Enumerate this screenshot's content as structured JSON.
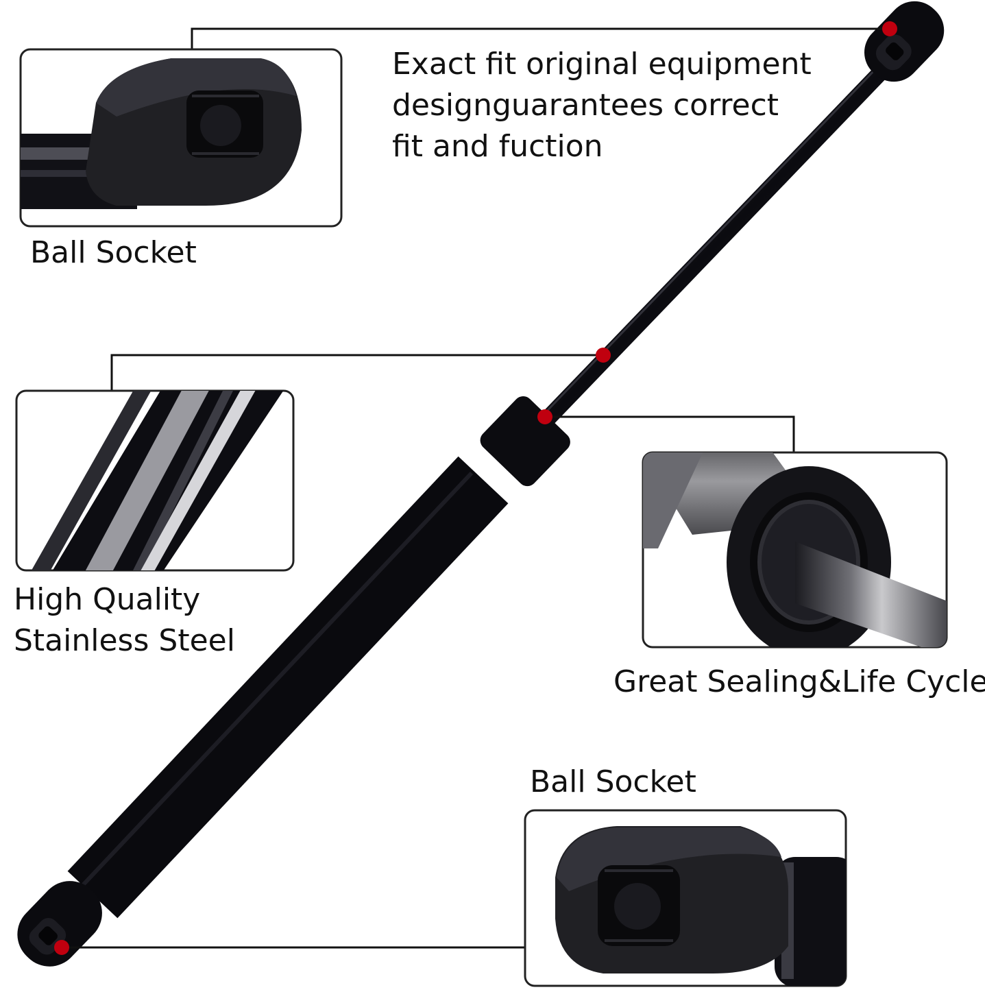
{
  "headline": {
    "lines": [
      "Exact fit original equipment",
      "designguarantees correct",
      "fit and fuction"
    ]
  },
  "callouts": {
    "top_ball_socket": {
      "label": "Ball Socket"
    },
    "rod": {
      "label_line1": "High Quality",
      "label_line2": "Stainless Steel"
    },
    "seal": {
      "label": "Great Sealing&Life Cycle"
    },
    "bottom_ball_socket": {
      "label": "Ball Socket"
    }
  },
  "colors": {
    "strut_body": "#0a0a0e",
    "strut_rod": "#15151c",
    "marker": "#c0000f",
    "leader_line": "#111111",
    "callout_border": "#222222"
  }
}
